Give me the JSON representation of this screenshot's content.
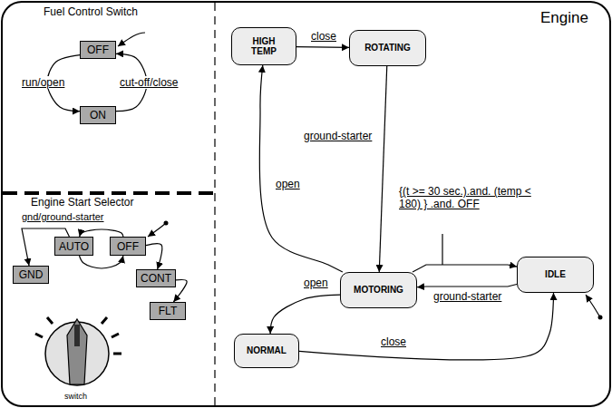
{
  "diagram": {
    "nodes": [
      {
        "text": [
          "Fuel Control Switch"
        ]
      },
      {
        "text": [
          "OFF"
        ],
        "in": 0
      },
      {
        "text": [
          "ON"
        ],
        "in": 0
      },
      {
        "text": [
          "Engine Start Selector"
        ]
      },
      {
        "text": [
          "AUTO"
        ],
        "in": 3
      },
      {
        "text": [
          "OFF"
        ],
        "in": 3
      },
      {
        "text": [
          "GND"
        ],
        "in": 3
      },
      {
        "text": [
          "CONT"
        ],
        "in": 3
      },
      {
        "text": [
          "FLT"
        ],
        "in": 3
      },
      {
        "text": [
          "Engine"
        ]
      },
      {
        "text": [
          "HIGH TEMP"
        ],
        "in": 9
      },
      {
        "text": [
          "ROTATING"
        ],
        "in": 9
      },
      {
        "text": [
          "MOTORING"
        ],
        "in": 9
      },
      {
        "text": [
          "IDLE"
        ],
        "in": 9
      },
      {
        "text": [
          "NORMAL"
        ],
        "in": 9
      }
    ],
    "edges": [
      {
        "from": 1,
        "to": 2,
        "label": "run/open",
        "arrow": "to"
      },
      {
        "from": 2,
        "to": 1,
        "label": "cut-off/close",
        "arrow": "to"
      },
      {
        "from": 4,
        "to": 6,
        "label": "gnd/ground-starter",
        "arrow": "to"
      },
      {
        "from": 5,
        "to": 4,
        "arrow": "to"
      },
      {
        "from": 4,
        "to": 5,
        "arrow": "to"
      },
      {
        "from": 5,
        "to": 7,
        "arrow": "to"
      },
      {
        "from": 7,
        "to": 8,
        "arrow": "to"
      },
      {
        "from": 10,
        "to": 11,
        "label": "close",
        "arrow": "to"
      },
      {
        "from": 11,
        "to": 12,
        "label": "ground-starter",
        "arrow": "to"
      },
      {
        "from": 12,
        "to": 10,
        "label": "open",
        "arrow": "to"
      },
      {
        "from": 12,
        "to": 14,
        "label": "open",
        "arrow": "to"
      },
      {
        "from": 12,
        "to": 13,
        "label": "{(t >= 30 sec.).and. (temp < 180) } .and. OFF",
        "arrow": "to"
      },
      {
        "from": 13,
        "to": 12,
        "label": "ground-starter",
        "arrow": "to"
      },
      {
        "from": 14,
        "to": 13,
        "label": "close",
        "arrow": "to"
      }
    ],
    "labels": [
      "switch"
    ]
  }
}
